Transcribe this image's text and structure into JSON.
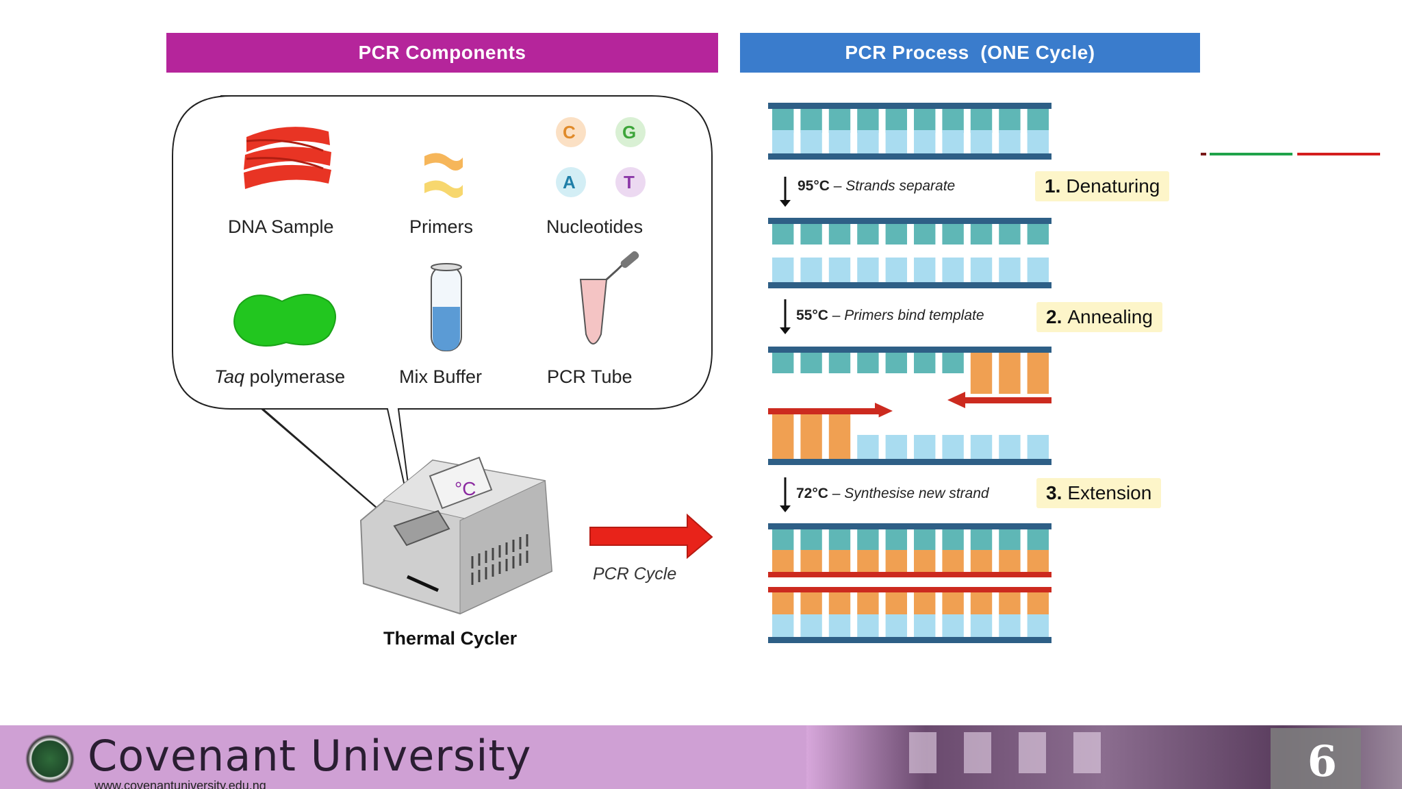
{
  "left_panel": {
    "title": "PCR Components",
    "components": [
      {
        "label": "DNA Sample"
      },
      {
        "label": "Primers"
      },
      {
        "label": "Nucleotides"
      },
      {
        "label_italic": "Taq",
        "label": " polymerase"
      },
      {
        "label": "Mix Buffer"
      },
      {
        "label": "PCR Tube"
      }
    ],
    "nucleotide_letters": [
      "C",
      "G",
      "A",
      "T"
    ],
    "thermostat_display": "°C",
    "thermal_cycler_label": "Thermal Cycler",
    "arrow_label": "PCR Cycle"
  },
  "right_panel": {
    "title": "PCR Process  (ONE Cycle)",
    "steps": [
      {
        "temp": "95°C",
        "dash": " – ",
        "desc": "Strands separate",
        "num": "1.",
        "name": "Denaturing"
      },
      {
        "temp": "55°C",
        "dash": " – ",
        "desc": "Primers bind template",
        "num": "2.",
        "name": "Annealing"
      },
      {
        "temp": "72°C",
        "dash": " – ",
        "desc": "Synthesise new strand",
        "num": "3.",
        "name": "Extension"
      }
    ]
  },
  "footer": {
    "university": "Covenant University",
    "url": "www.covenantuniversity.edu.ng",
    "page_number": "6"
  },
  "colors": {
    "left_banner": "#b5259b",
    "right_banner": "#3a7ccc",
    "backbone": "#2e5f86",
    "base_light": "#a9dcf0",
    "base_teal": "#5fb7b6",
    "base_orange": "#f0a052",
    "primer_red": "#cc2a1f"
  }
}
